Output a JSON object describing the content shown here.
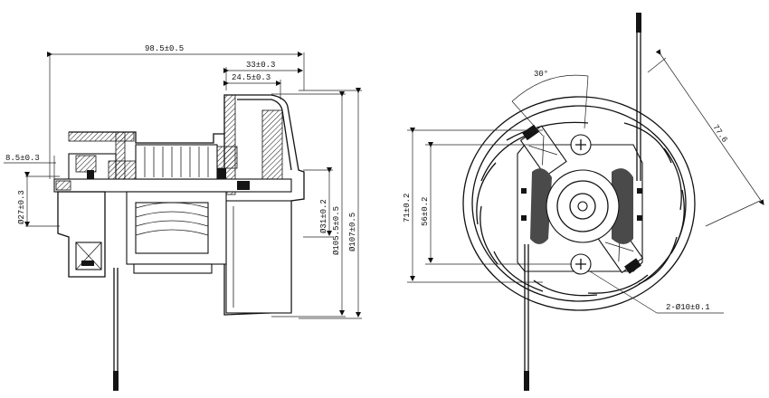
{
  "dimensions": {
    "overall_length": "98.5±0.5",
    "dim_33": "33±0.3",
    "dim_24_5": "24.5±0.3",
    "dim_8_5": "8.5±0.3",
    "dia_27": "Ø27±0.3",
    "dia_31": "Ø31±0.2",
    "dia_105_5": "Ø105.5±0.5",
    "dia_107": "Ø107±0.5",
    "angle_30": "30°",
    "dim_77_6": "77.6",
    "dim_71": "71±0.2",
    "dim_56": "56±0.2",
    "holes": "2-Ø10±0.1"
  }
}
